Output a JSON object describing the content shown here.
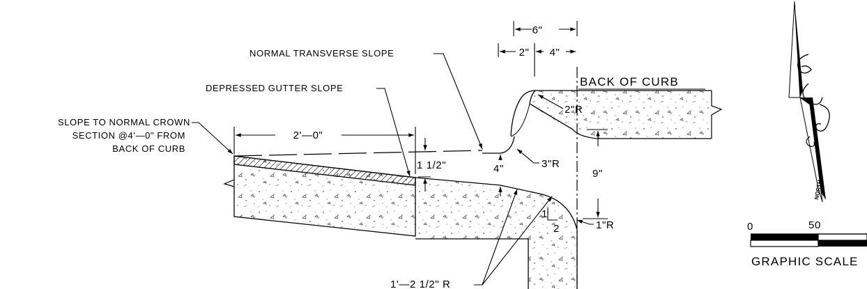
{
  "labels": {
    "normal_transverse_slope": "NORMAL TRANSVERSE SLOPE",
    "depressed_gutter_slope": "DEPRESSED GUTTER SLOPE",
    "slope_note_line1": "SLOPE TO NORMAL CROWN",
    "slope_note_line2": "SECTION @4'—0\" FROM",
    "slope_note_line3": "BACK OF CURB",
    "back_of_curb": "BACK OF CURB"
  },
  "dimensions": {
    "width_6in": "6\"",
    "width_2in": "2\"",
    "width_4in": "4\"",
    "width_2ft": "2'—0\"",
    "height_1_5in": "1 1/2\"",
    "height_4in": "4\"",
    "height_9in": "9\"",
    "radius_2in": "2\"R",
    "radius_3in": "3\"R",
    "radius_1in": "1\"R",
    "radius_14_5in": "1'—2 1/2\" R",
    "slope_rise": "1",
    "slope_run": "2"
  },
  "north_arrow": {
    "label": "NORTH"
  },
  "graphic_scale": {
    "tick_0": "0",
    "tick_50": "50",
    "title": "GRAPHIC SCALE"
  }
}
